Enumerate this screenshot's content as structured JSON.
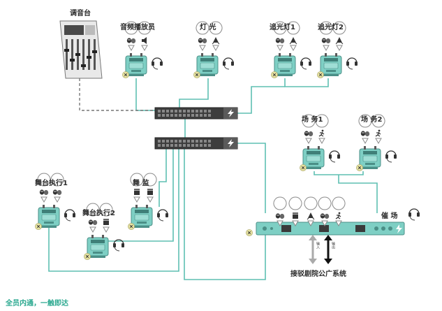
{
  "labels": {
    "mixer": "调音台",
    "audio_operator": "音频播放员",
    "lighting": "灯 光",
    "followspot1": "追光灯1",
    "followspot2": "追光灯2",
    "stage_affairs1": "场 务1",
    "stage_affairs2": "场 务2",
    "stage_exec1": "舞台执行1",
    "stage_exec2": "舞台执行2",
    "stage_monitor": "舞 监",
    "stage_manager": "催 场",
    "pa_system": "接驳剧院公广系统",
    "side_in": "输入",
    "side_out": "输出"
  },
  "footer": "全员内通，一触即达",
  "colors": {
    "line": "#5ebfb2",
    "beltpack": "#7ecfc4",
    "badge": "#e7e3a2",
    "switch": "#4a4a4a"
  },
  "icons": {
    "audio_operator": [
      "mask-icon",
      "speaker-icon"
    ],
    "lighting": [
      "mask-icon",
      "spotlight-icon"
    ],
    "followspot1": [
      "mask-icon",
      "spotlight-icon"
    ],
    "followspot2": [
      "mask-icon",
      "spotlight-icon"
    ],
    "stage_affairs1": [
      "mask-icon",
      "runner-icon"
    ],
    "stage_affairs2": [
      "mask-icon",
      "runner-icon"
    ],
    "stage_exec1": [
      "mask-icon",
      "mask-icon"
    ],
    "stage_exec2": [
      "mask-icon",
      "clapper-icon"
    ],
    "stage_monitor": [
      "clapper-icon",
      "clapper-icon"
    ],
    "master_station": [
      "mask-icon",
      "clapper-icon",
      "spotlight-icon",
      "mask-icon",
      "runner-icon"
    ]
  }
}
